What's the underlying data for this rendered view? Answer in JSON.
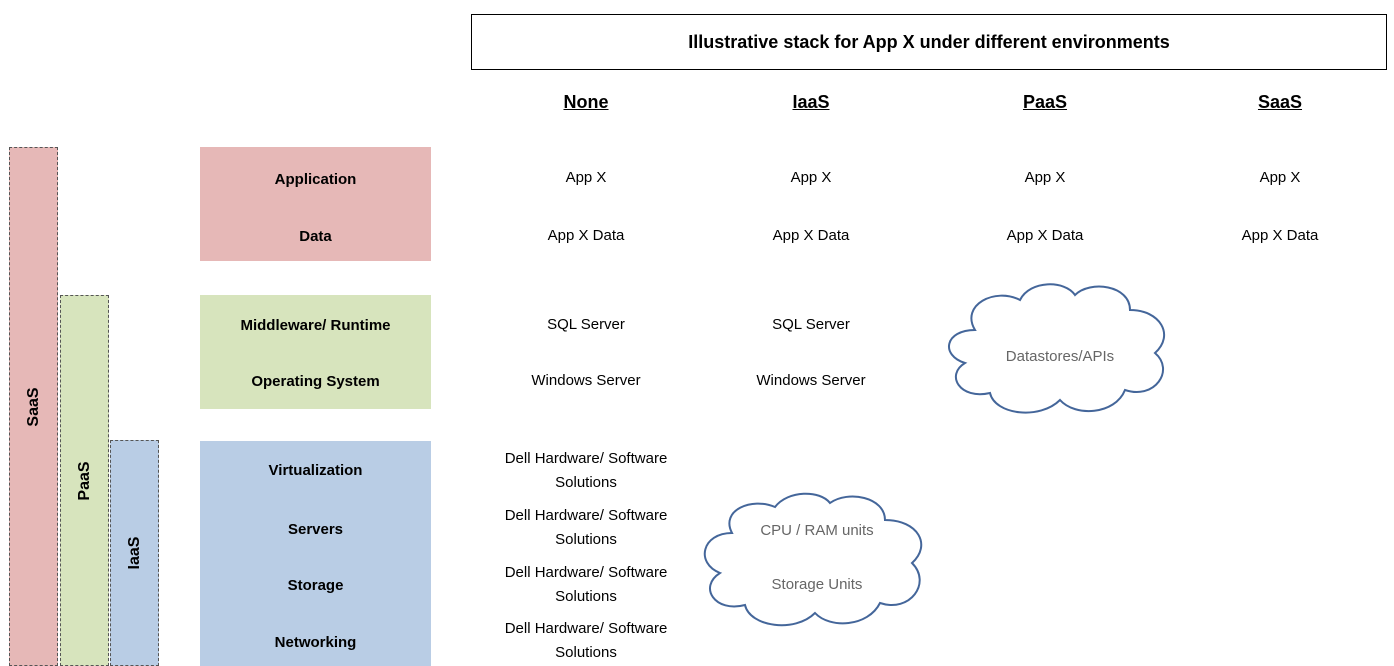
{
  "title": "Illustrative stack for App X under different environments",
  "columns": [
    "None",
    "IaaS",
    "PaaS",
    "SaaS"
  ],
  "side_bars": [
    "SaaS",
    "PaaS",
    "IaaS"
  ],
  "layers": [
    "Application",
    "Data",
    "Middleware/ Runtime",
    "Operating System",
    "Virtualization",
    "Servers",
    "Storage",
    "Networking"
  ],
  "cells": {
    "app": "App X",
    "data": "App X Data",
    "sql": "SQL Server",
    "os": "Windows Server",
    "dell": "Dell Hardware/ Software Solutions"
  },
  "clouds": {
    "paas": "Datastores/APIs",
    "iaas_cpu": "CPU / RAM units",
    "iaas_storage": "Storage Units"
  },
  "colors": {
    "red_layer": "#e6b8b7",
    "green_layer": "#d7e4bd",
    "blue_layer": "#b9cde5",
    "cloud_stroke": "#44669a"
  }
}
